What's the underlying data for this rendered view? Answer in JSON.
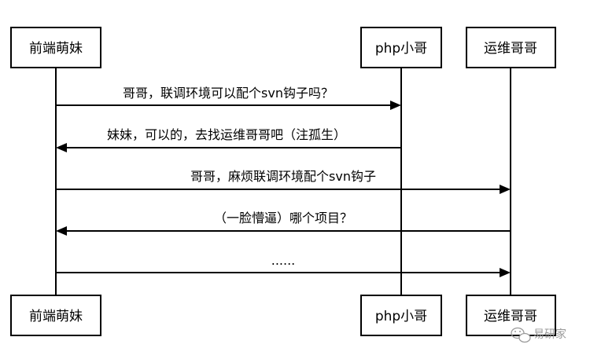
{
  "participants": [
    {
      "id": "frontend",
      "label": "前端萌妹"
    },
    {
      "id": "php",
      "label": "php小哥"
    },
    {
      "id": "ops",
      "label": "运维哥哥"
    }
  ],
  "messages": [
    {
      "from": "frontend",
      "to": "php",
      "text": "哥哥，联调环境可以配个svn钩子吗？"
    },
    {
      "from": "php",
      "to": "frontend",
      "text": "妹妹，可以的，去找运维哥哥吧（注孤生）"
    },
    {
      "from": "frontend",
      "to": "ops",
      "text": "哥哥，麻烦联调环境配个svn钩子"
    },
    {
      "from": "ops",
      "to": "frontend",
      "text": "（一脸懵逼）哪个项目？"
    },
    {
      "from": "frontend",
      "to": "ops",
      "text": "......"
    }
  ],
  "watermark": {
    "icon": "wechat-icon",
    "text": "易研家"
  }
}
